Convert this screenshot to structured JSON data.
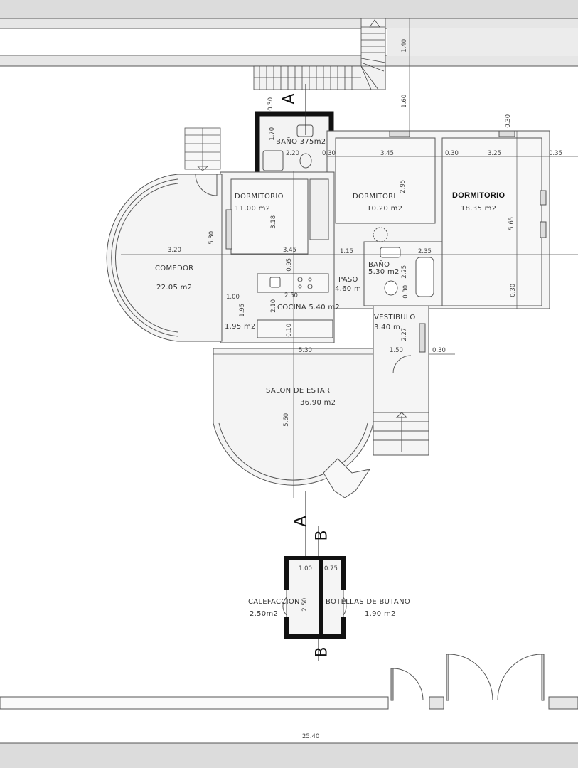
{
  "plan": {
    "type": "architectural floor plan",
    "overall_dimension": "25.40",
    "rooms": [
      {
        "name": "BAÑO",
        "area": "375m2",
        "label": "BAÑO 375m2"
      },
      {
        "name": "DORMITORIO",
        "area": "11.00 m2"
      },
      {
        "name": "DORMITORI",
        "area": "10.20 m2"
      },
      {
        "name": "DORMITORIO",
        "area": "18.35 m2",
        "emphasized": true
      },
      {
        "name": "COMEDOR",
        "area": "22.05 m2"
      },
      {
        "name": "PASO",
        "area": "4.60 m2",
        "area_display": "4.60 m"
      },
      {
        "name": "BAÑO",
        "area": "5.30 m2"
      },
      {
        "name": "COCINA",
        "area": "5.40 m2",
        "label": "COCINA 5.40 m2"
      },
      {
        "name": "",
        "area": "1.95 m2"
      },
      {
        "name": "VESTIBULO",
        "area": "3.40 m2",
        "area_display": "3.40 m"
      },
      {
        "name": "SALON DE ESTAR",
        "area": "36.90 m2"
      },
      {
        "name": "CALEFACCION",
        "area": "2.50m2"
      },
      {
        "name": "BOTELLAS DE BUTANO",
        "area": "1.90 m2"
      }
    ],
    "dimensions": {
      "top_1_40": "1.40",
      "top_1_60": "1.60",
      "bath_0_30": "0.30",
      "bath_1_70": "1.70",
      "bath_2_20": "2.20",
      "bath_0_30b": "0.30",
      "d2_3_45": "3.45",
      "d3_0_30": "0.30",
      "d3_3_25": "3.25",
      "d3_0_35": "0.35",
      "d3_top_0_30": "0.30",
      "d2_2_95": "2.95",
      "d1_3_18": "3.18",
      "com_5_30": "5.30",
      "com_3_20": "3.20",
      "mid_3_45": "3.45",
      "mid_1_15": "1.15",
      "mid_0_95": "0.95",
      "bano_2_35": "2.35",
      "bano_2_25": "2.25",
      "bano_0_30": "0.30",
      "d3_5_65": "5.65",
      "d3_0_30b": "0.30",
      "coc_2_50": "2.50",
      "coc_1_00": "1.00",
      "coc_1_95": "1.95",
      "coc_2_10": "2.10",
      "coc_0_10": "0.10",
      "vest_2_27": "2.27",
      "salon_5_30": "5.30",
      "salon_1_50": "1.50",
      "salon_0_30": "0.30",
      "salon_5_60": "5.60",
      "ext_1_00": "1.00",
      "ext_0_75": "0.75",
      "ext_2_50": "2.50"
    },
    "section_markers": [
      "A",
      "A",
      "B",
      "B"
    ]
  }
}
